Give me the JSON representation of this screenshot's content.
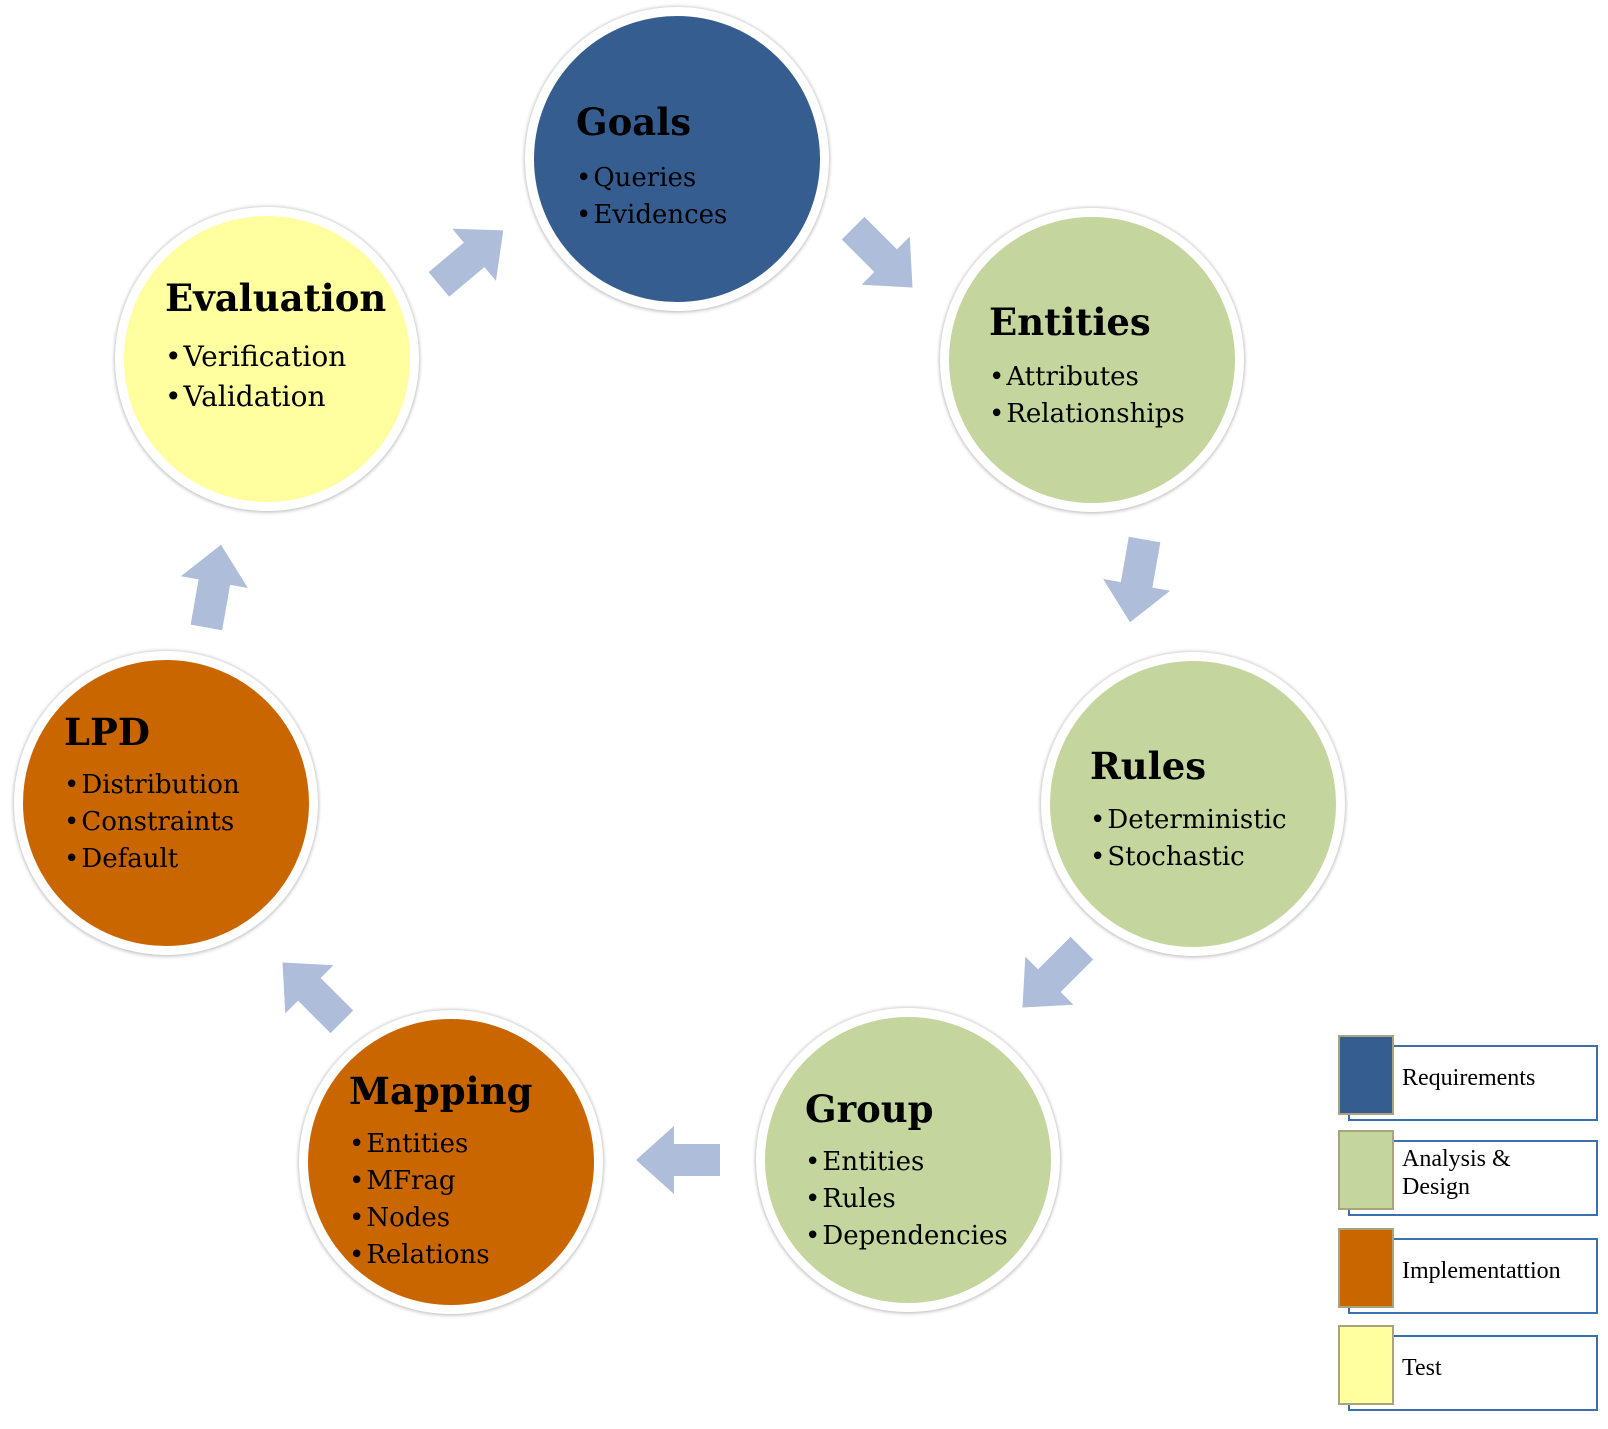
{
  "colors": {
    "requirements": "#355d8f",
    "analysis_design": "#c4d69e",
    "implementation": "#c96600",
    "test": "#ffff9f",
    "arrow": "#aebdd9"
  },
  "nodes": [
    {
      "title": "Goals",
      "items": [
        "Queries",
        "Evidences"
      ]
    },
    {
      "title": "Entities",
      "items": [
        "Attributes",
        "Relationships"
      ]
    },
    {
      "title": "Rules",
      "items": [
        "Deterministic",
        "Stochastic"
      ]
    },
    {
      "title": "Group",
      "items": [
        "Entities",
        "Rules",
        "Dependencies"
      ]
    },
    {
      "title": "Mapping",
      "items": [
        "Entities",
        "MFrag",
        "Nodes",
        "Relations"
      ]
    },
    {
      "title": "LPD",
      "items": [
        "Distribution",
        "Constraints",
        "Default"
      ]
    },
    {
      "title": "Evaluation",
      "items": [
        "Verification",
        "Validation"
      ]
    }
  ],
  "legend": [
    {
      "label": "Requirements"
    },
    {
      "label": "Analysis & Design"
    },
    {
      "label": "Implementattion"
    },
    {
      "label": "Test"
    }
  ]
}
